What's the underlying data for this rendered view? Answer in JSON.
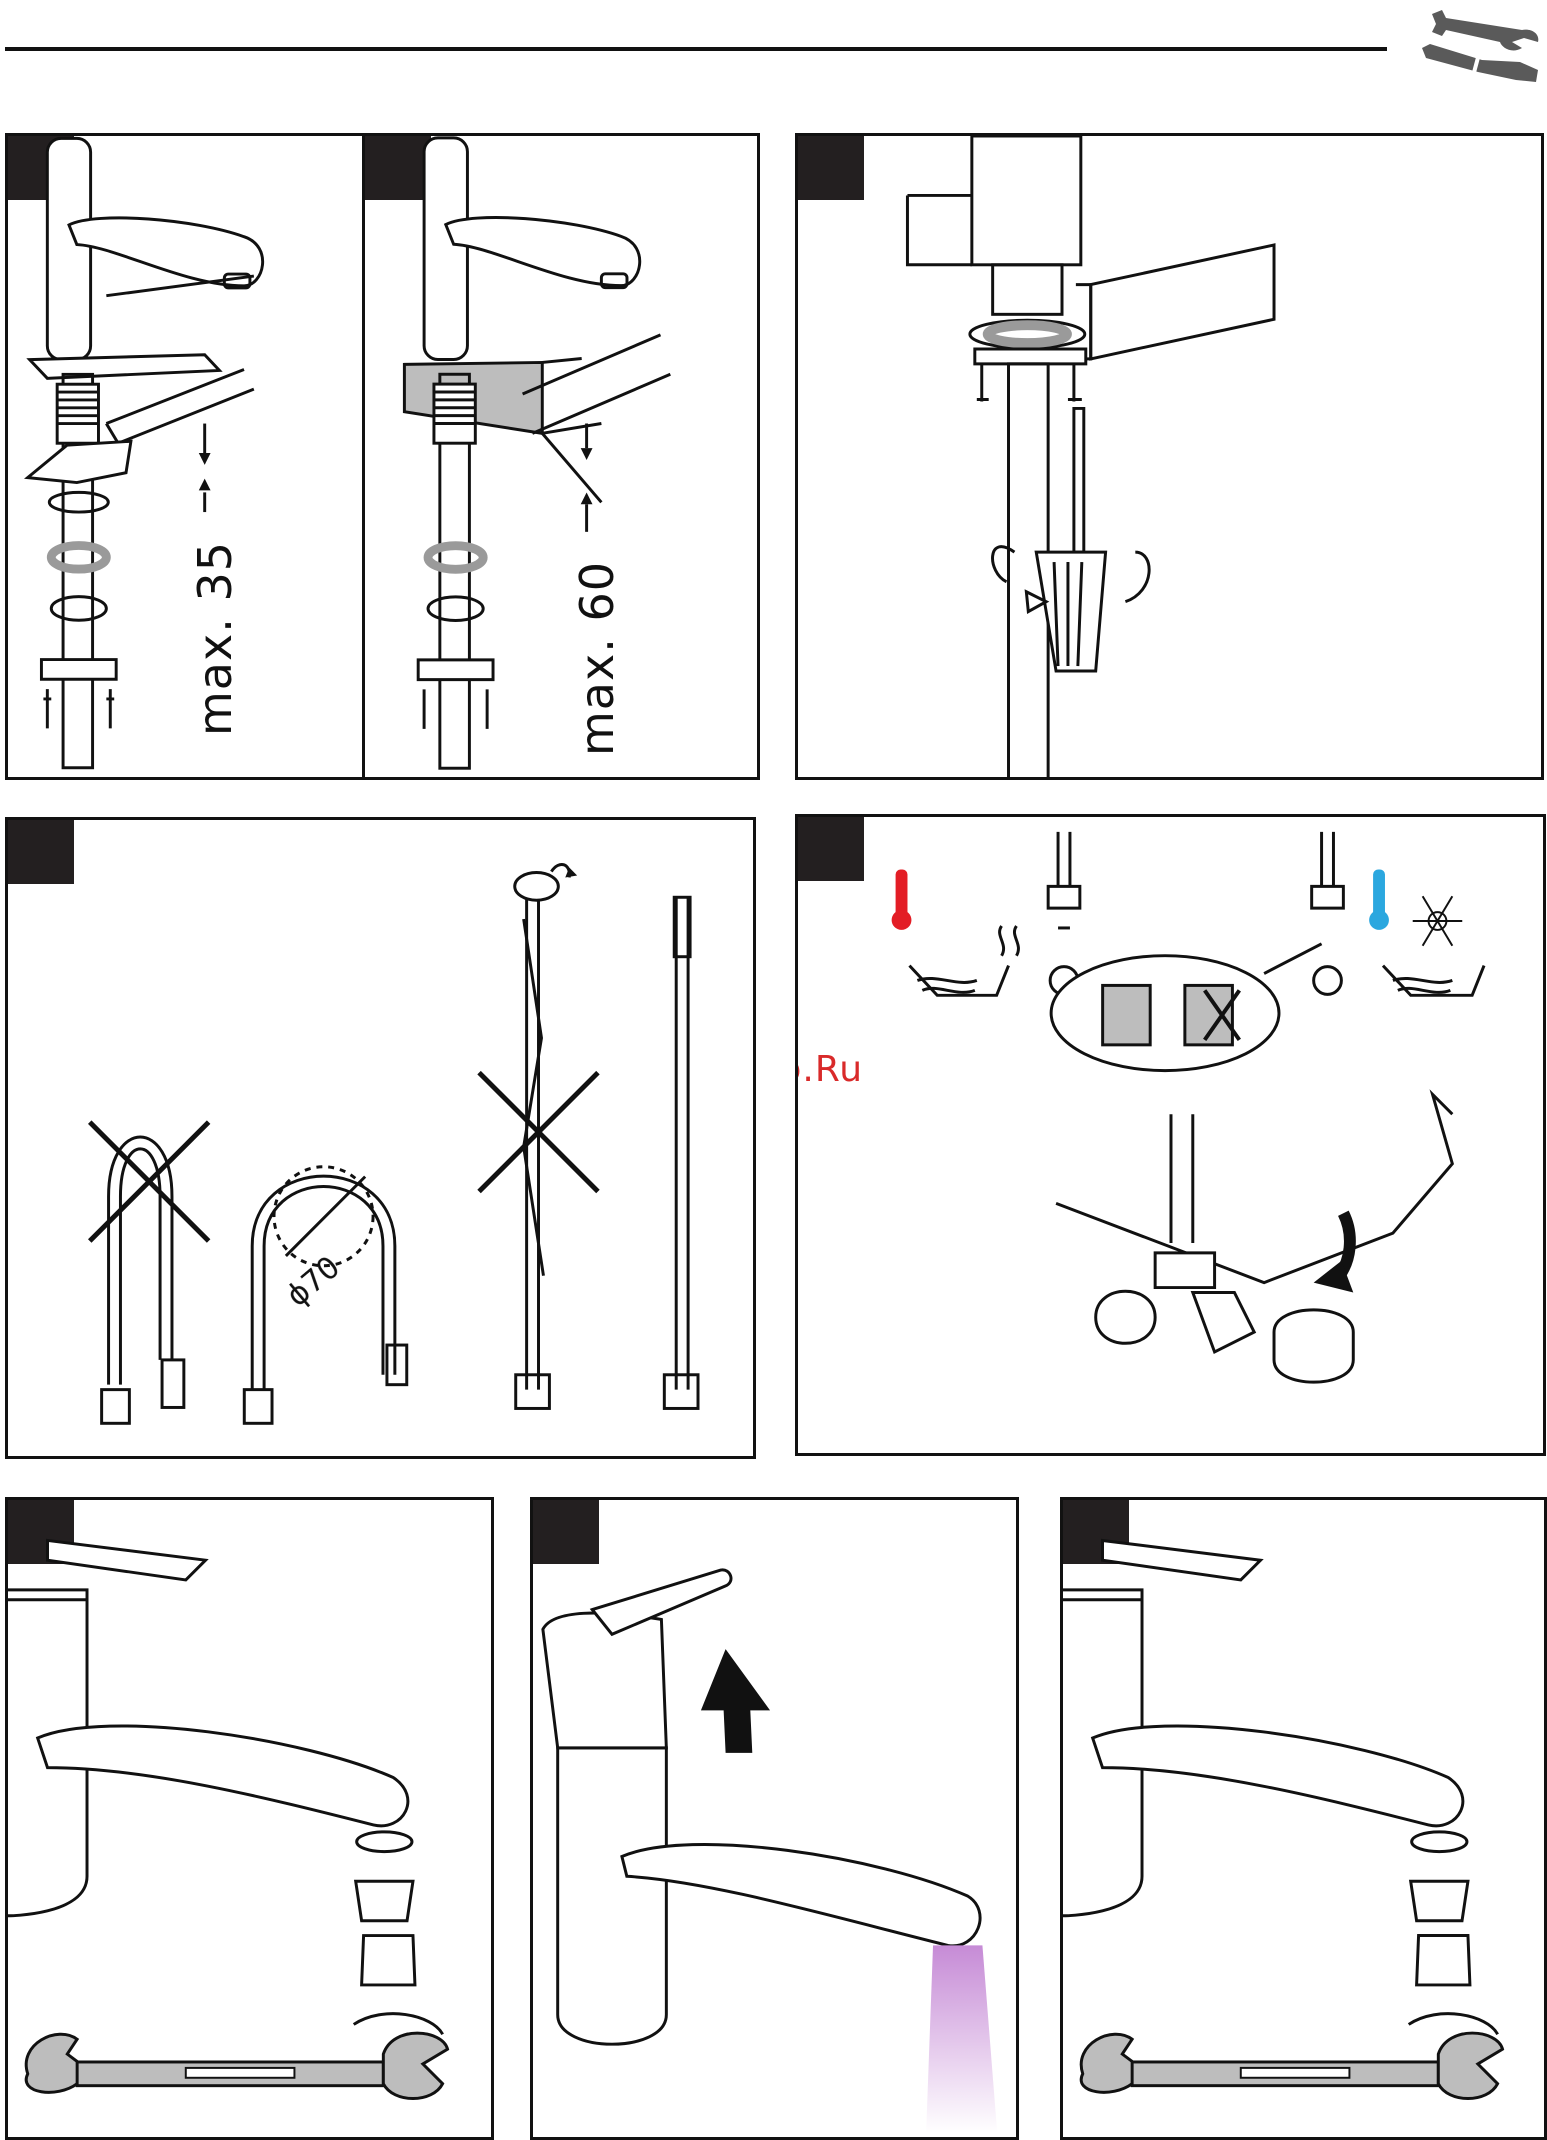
{
  "header": {
    "tool_icon": "wrench-screwdriver-icon"
  },
  "panels": [
    {
      "id": "a",
      "label": "max. 35"
    },
    {
      "id": "b",
      "label": "max. 60"
    },
    {
      "id": "c"
    },
    {
      "id": "d",
      "diameter_label": "ϕ70"
    },
    {
      "id": "e"
    },
    {
      "id": "f"
    },
    {
      "id": "g"
    },
    {
      "id": "h"
    }
  ],
  "watermark": "McGrp.Ru",
  "colors": {
    "hot": "#e31d25",
    "cold": "#2ba7df",
    "water_flow": "#c68bd6",
    "line": "#111111",
    "step_box": "#231f20",
    "washer_gray": "#9a9a9a"
  }
}
